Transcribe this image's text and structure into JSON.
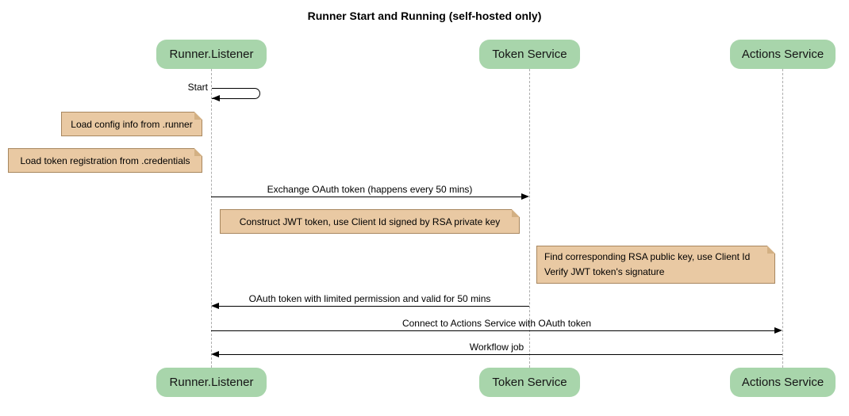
{
  "diagram": {
    "title": "Runner Start and Running (self-hosted only)",
    "type": "sequence-diagram"
  },
  "participants": [
    {
      "label": "Runner.Listener"
    },
    {
      "label": "Token Service"
    },
    {
      "label": "Actions Service"
    }
  ],
  "messages": {
    "start": "Start",
    "exchange_oauth": "Exchange OAuth token (happens every 50 mins)",
    "oauth_return": "OAuth token with limited permission and valid for 50 mins",
    "connect_actions": "Connect to Actions Service with OAuth token",
    "workflow_job": "Workflow job"
  },
  "notes": {
    "load_config": "Load config info from .runner",
    "load_token_registration": "Load token registration from .credentials",
    "construct_jwt": "Construct JWT token, use Client Id signed by RSA private key",
    "verify_jwt_line1": "Find corresponding RSA public key, use Client Id",
    "verify_jwt_line2": "Verify JWT token's signature"
  },
  "colors": {
    "participant_fill": "#a8d5ab",
    "participant_text": "#151515",
    "note_fill": "#e9c9a3",
    "note_border": "#a8875f",
    "note_fold": "#d3b083",
    "lifeline": "#adadad",
    "arrow": "#000000",
    "text": "#000000",
    "background": "#ffffff"
  }
}
